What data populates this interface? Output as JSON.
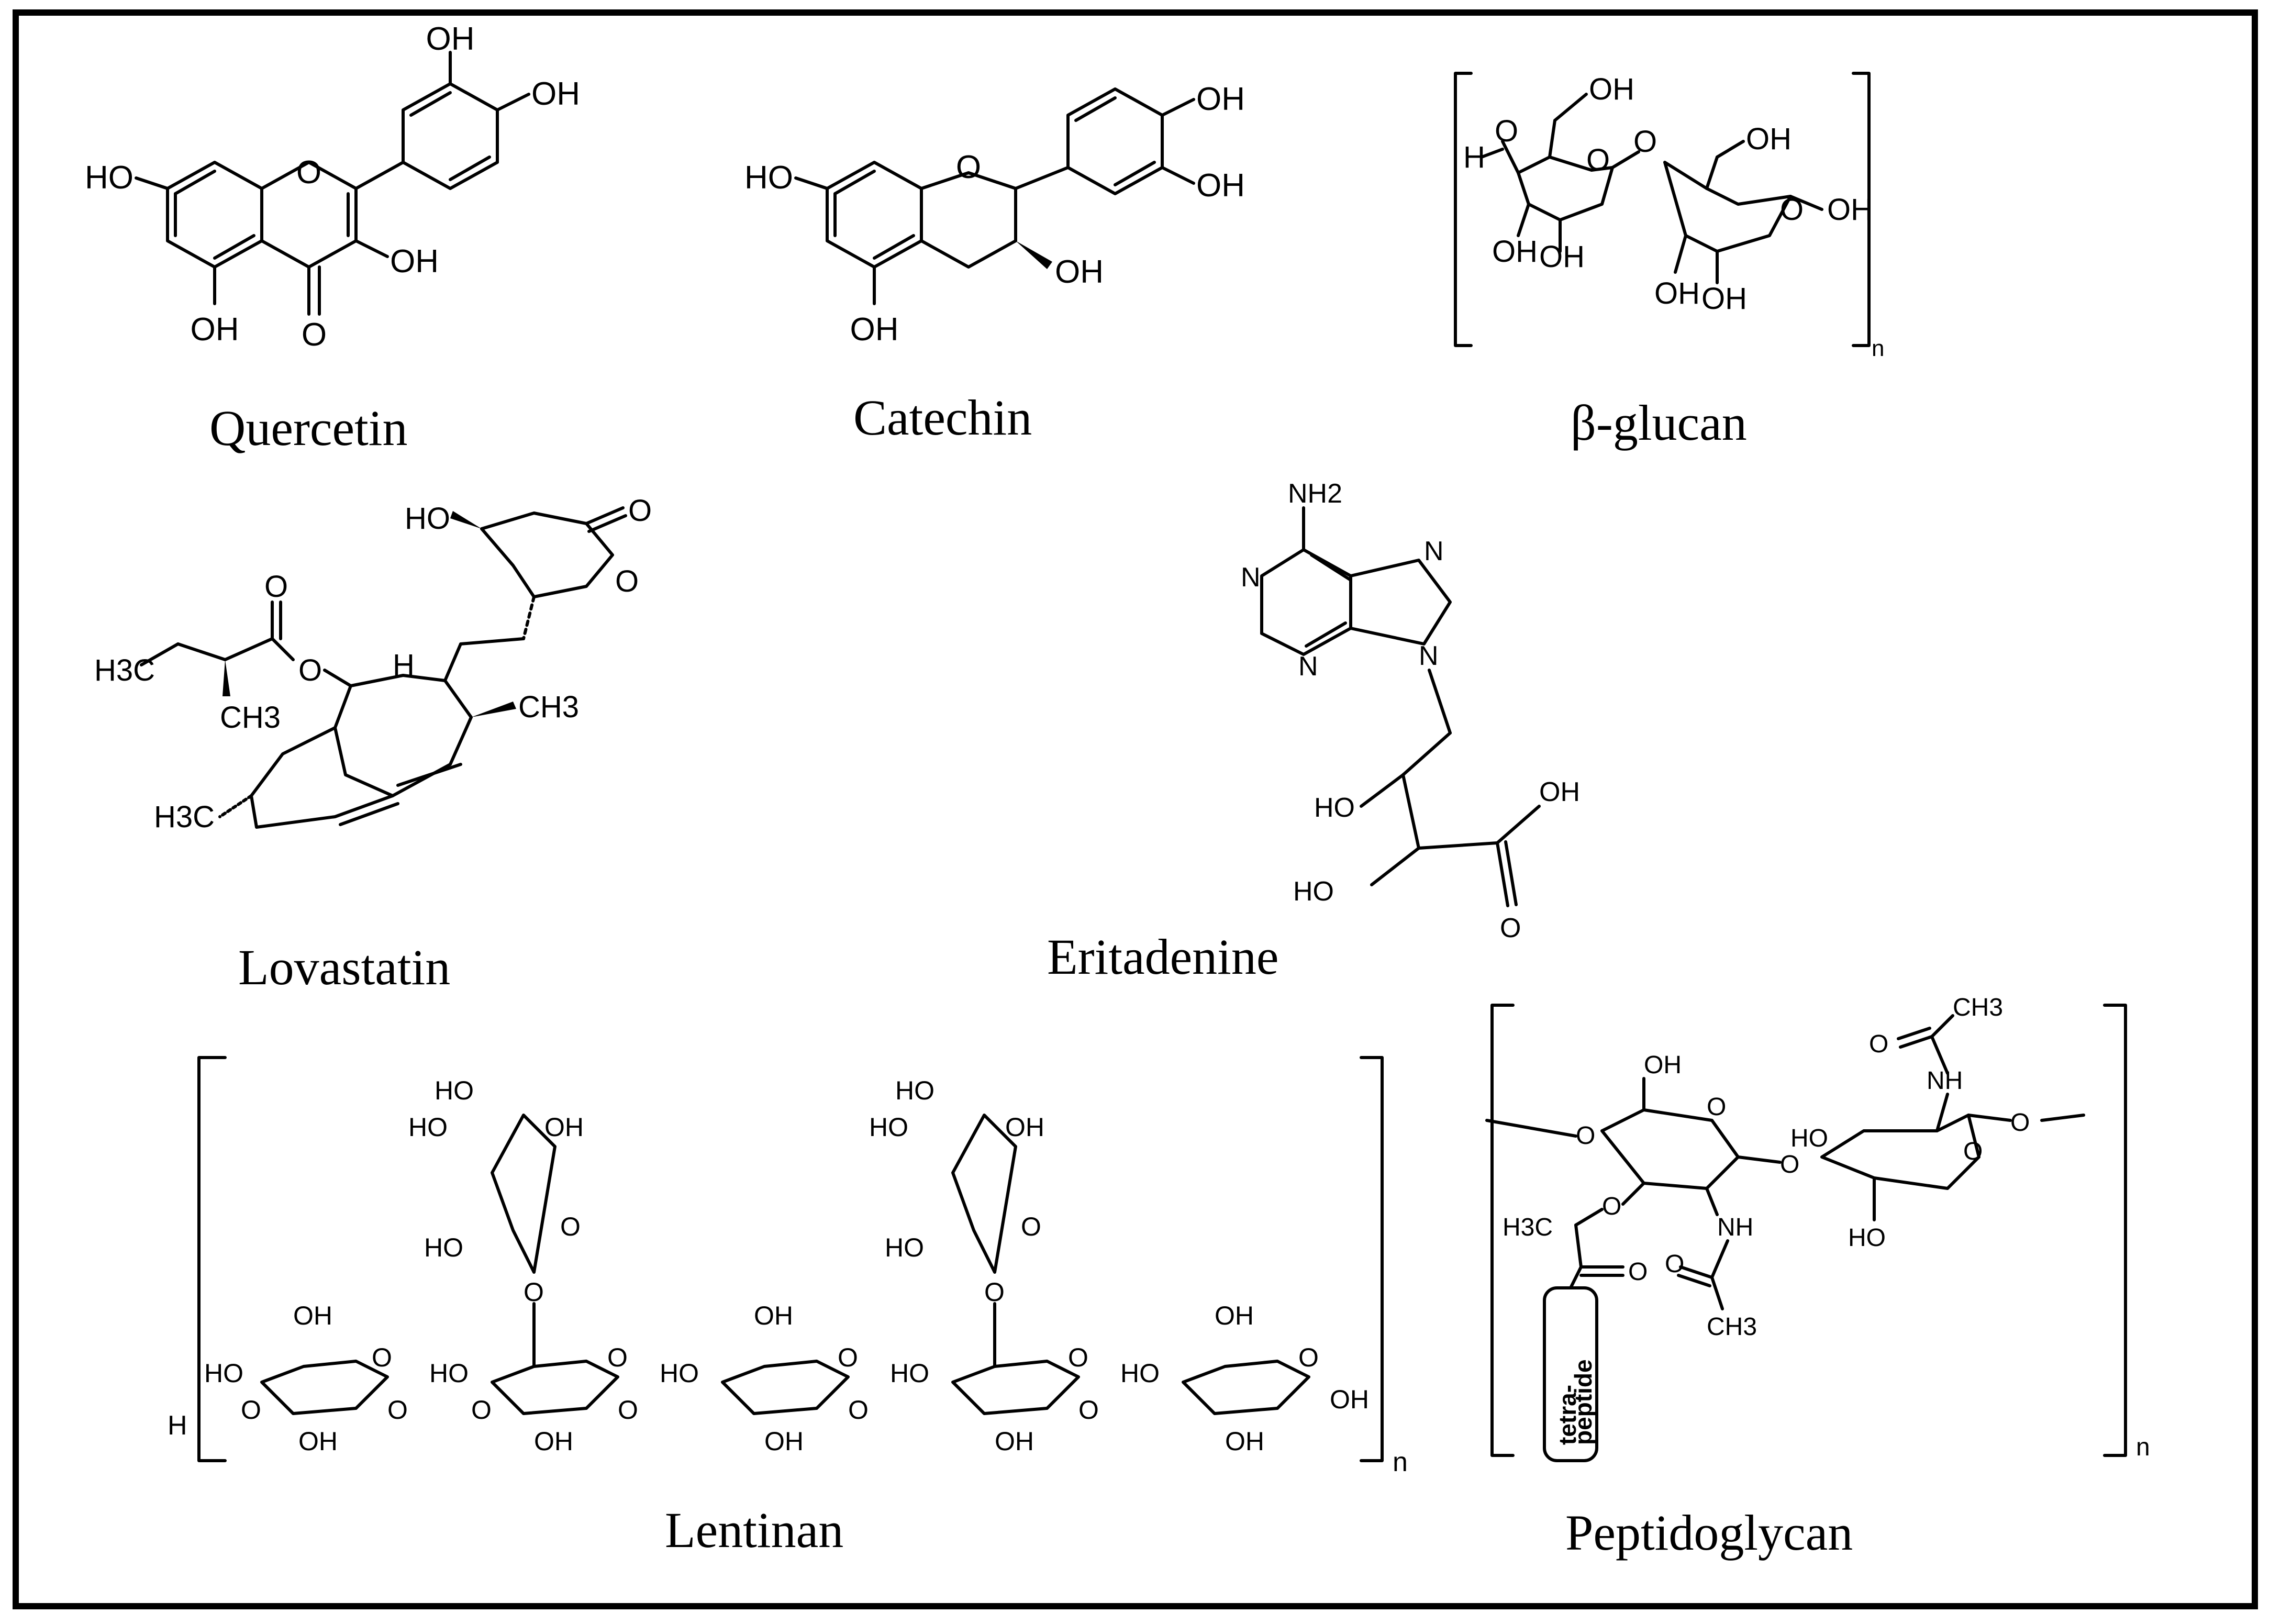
{
  "compounds": [
    {
      "id": "quercetin",
      "name": "Quercetin"
    },
    {
      "id": "catechin",
      "name": "Catechin"
    },
    {
      "id": "beta_glucan",
      "name": "β-glucan"
    },
    {
      "id": "lovastatin",
      "name": "Lovastatin"
    },
    {
      "id": "eritadenine",
      "name": "Eritadenine"
    },
    {
      "id": "lentinan",
      "name": "Lentinan"
    },
    {
      "id": "peptidoglycan",
      "name": "Peptidoglycan"
    }
  ],
  "atoms": {
    "oh": "OH",
    "ho": "HO",
    "o": "O",
    "h": "H",
    "n": "N",
    "nh": "NH",
    "n_rep": "n",
    "nh2": "NH2",
    "ch3": "CH3",
    "h3c": "H3C",
    "tetrapeptide_1": "tetra-",
    "tetrapeptide_2": "peptide"
  }
}
